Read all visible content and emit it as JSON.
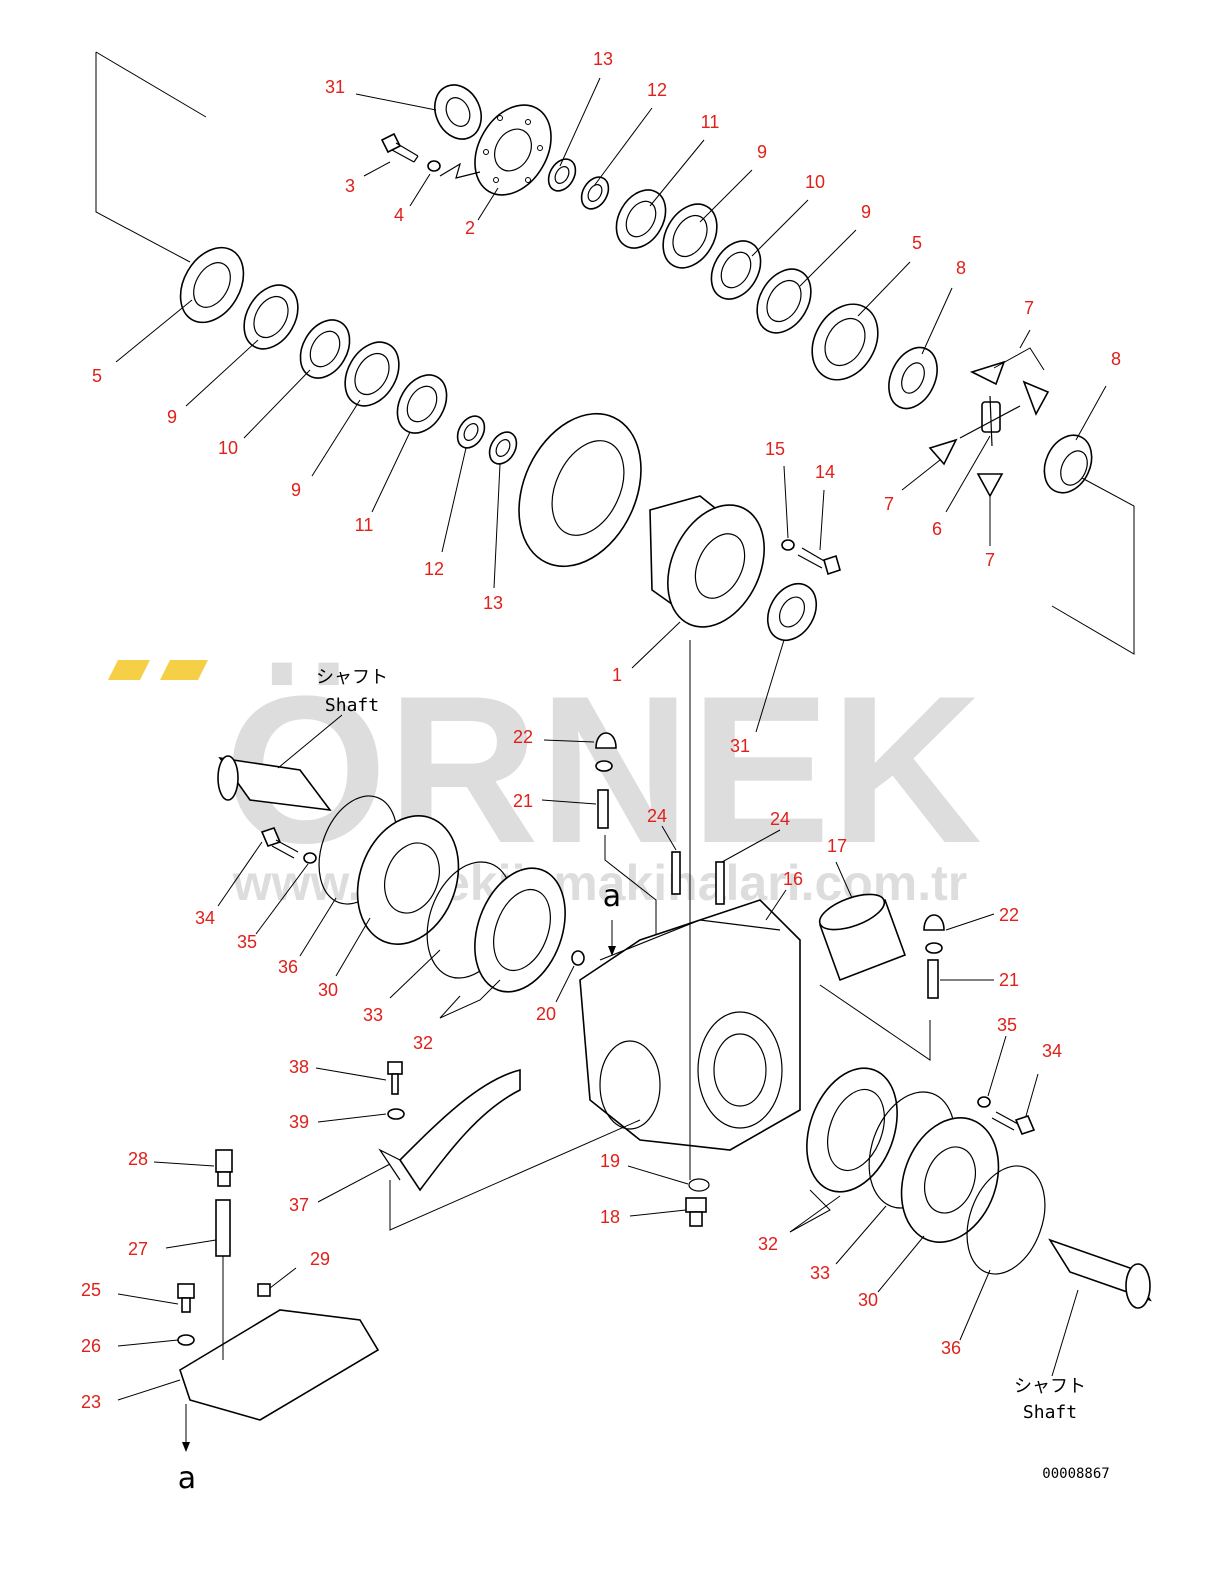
{
  "watermark": {
    "brand": "ÖRNEK",
    "url": "www.ornekiismakinalari.com.tr",
    "accent": "#f5cf46"
  },
  "annotations": {
    "shaft_jp_top": "シャフト",
    "shaft_en_top": "Shaft",
    "shaft_jp_bottom": "シャフト",
    "shaft_en_bottom": "Shaft",
    "view_ref_top": "a",
    "view_ref_bottom": "a",
    "drawing_number": "00008867"
  },
  "callout_color": "#e0201a",
  "callouts": [
    {
      "id": "c31a",
      "label": "31"
    },
    {
      "id": "c13a",
      "label": "13"
    },
    {
      "id": "c12a",
      "label": "12"
    },
    {
      "id": "c11a",
      "label": "11"
    },
    {
      "id": "c9a",
      "label": "9"
    },
    {
      "id": "c10a",
      "label": "10"
    },
    {
      "id": "c9b",
      "label": "9"
    },
    {
      "id": "c5a",
      "label": "5"
    },
    {
      "id": "c8a",
      "label": "8"
    },
    {
      "id": "c7a",
      "label": "7"
    },
    {
      "id": "c8b",
      "label": "8"
    },
    {
      "id": "c3",
      "label": "3"
    },
    {
      "id": "c4",
      "label": "4"
    },
    {
      "id": "c2",
      "label": "2"
    },
    {
      "id": "c5b",
      "label": "5"
    },
    {
      "id": "c9c",
      "label": "9"
    },
    {
      "id": "c10b",
      "label": "10"
    },
    {
      "id": "c9d",
      "label": "9"
    },
    {
      "id": "c11b",
      "label": "11"
    },
    {
      "id": "c12b",
      "label": "12"
    },
    {
      "id": "c13b",
      "label": "13"
    },
    {
      "id": "c15",
      "label": "15"
    },
    {
      "id": "c14",
      "label": "14"
    },
    {
      "id": "c7b",
      "label": "7"
    },
    {
      "id": "c6",
      "label": "6"
    },
    {
      "id": "c7c",
      "label": "7"
    },
    {
      "id": "c1",
      "label": "1"
    },
    {
      "id": "c31b",
      "label": "31"
    },
    {
      "id": "c22a",
      "label": "22"
    },
    {
      "id": "c21a",
      "label": "21"
    },
    {
      "id": "c24a",
      "label": "24"
    },
    {
      "id": "c24b",
      "label": "24"
    },
    {
      "id": "c17",
      "label": "17"
    },
    {
      "id": "c16",
      "label": "16"
    },
    {
      "id": "c22b",
      "label": "22"
    },
    {
      "id": "c21b",
      "label": "21"
    },
    {
      "id": "c34a",
      "label": "34"
    },
    {
      "id": "c35a",
      "label": "35"
    },
    {
      "id": "c36a",
      "label": "36"
    },
    {
      "id": "c30a",
      "label": "30"
    },
    {
      "id": "c33a",
      "label": "33"
    },
    {
      "id": "c32a",
      "label": "32"
    },
    {
      "id": "c20",
      "label": "20"
    },
    {
      "id": "c35b",
      "label": "35"
    },
    {
      "id": "c34b",
      "label": "34"
    },
    {
      "id": "c38",
      "label": "38"
    },
    {
      "id": "c39",
      "label": "39"
    },
    {
      "id": "c37",
      "label": "37"
    },
    {
      "id": "c28",
      "label": "28"
    },
    {
      "id": "c19",
      "label": "19"
    },
    {
      "id": "c18",
      "label": "18"
    },
    {
      "id": "c27",
      "label": "27"
    },
    {
      "id": "c32b",
      "label": "32"
    },
    {
      "id": "c33b",
      "label": "33"
    },
    {
      "id": "c30b",
      "label": "30"
    },
    {
      "id": "c25",
      "label": "25"
    },
    {
      "id": "c29",
      "label": "29"
    },
    {
      "id": "c26",
      "label": "26"
    },
    {
      "id": "c36b",
      "label": "36"
    },
    {
      "id": "c23",
      "label": "23"
    }
  ]
}
